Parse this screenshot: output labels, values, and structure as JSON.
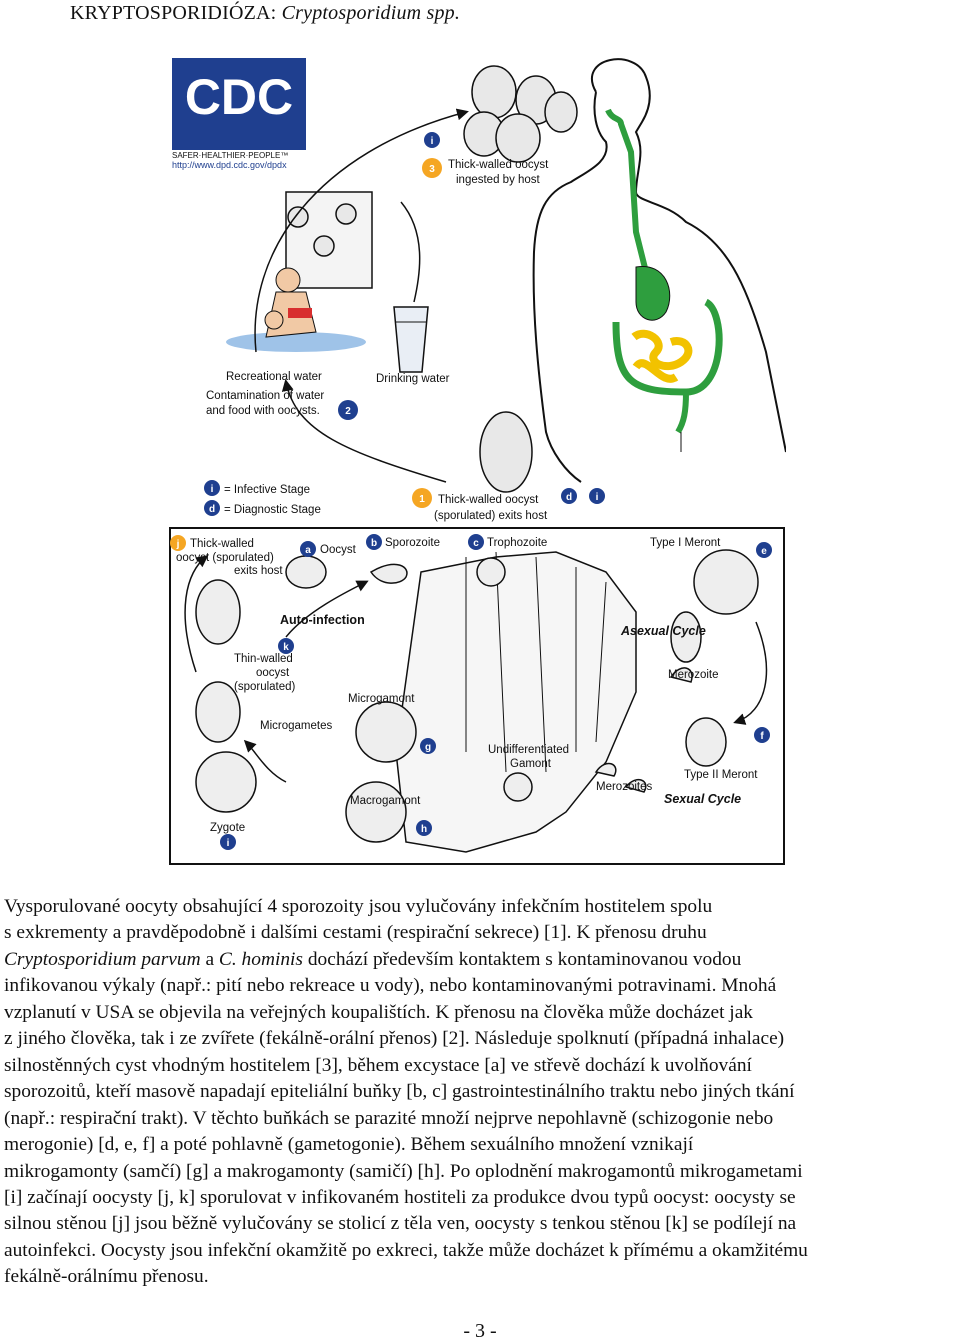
{
  "header": {
    "title_prefix": "KRYPTOSPORIDIÓZA: ",
    "title_species": "Cryptosporidium spp."
  },
  "figure": {
    "logo": {
      "text": "CDC",
      "tagline": "SAFER·HEALTHIER·PEOPLE™",
      "url": "http://www.dpd.cdc.gov/dpdx"
    },
    "labels": {
      "step3_line1": "Thick-walled oocyst",
      "step3_line2": "ingested by host",
      "recreational_water": "Recreational water",
      "drinking_water": "Drinking water",
      "contamination_line1": "Contamination of water",
      "contamination_line2": "and food with oocysts.",
      "legend_infective": "= Infective Stage",
      "legend_diagnostic": "= Diagnostic Stage",
      "step1_line1": "Thick-walled oocyst",
      "step1_line2": "(sporulated) exits host",
      "j_line1": "Thick-walled",
      "j_line2": "oocyst (sporulated)",
      "j_line3": "exits host",
      "oocyst": "Oocyst",
      "sporozoite": "Sporozoite",
      "trophozoite": "Trophozoite",
      "type1_meront": "Type I Meront",
      "auto_infection": "Auto-infection",
      "asexual_cycle": "Asexual Cycle",
      "merozoite": "Merozoite",
      "thin_line1": "Thin-walled",
      "thin_line2": "oocyst",
      "thin_line3": "(sporulated)",
      "microgamont": "Microgamont",
      "microgametes": "Microgametes",
      "undiff_line1": "Undifferentiated",
      "undiff_line2": "Gamont",
      "type2_meront": "Type II Meront",
      "merozoites": "Merozoites",
      "macrogamont": "Macrogamont",
      "sexual_cycle": "Sexual Cycle",
      "zygote": "Zygote"
    },
    "badges": {
      "step1": "1",
      "step2": "2",
      "step3": "3",
      "i": "i",
      "d": "d",
      "a": "a",
      "b": "b",
      "c": "c",
      "e": "e",
      "f": "f",
      "g": "g",
      "h": "h",
      "j": "j",
      "k": "k"
    },
    "colors": {
      "blue": "#1f3f8f",
      "orange": "#f5a623",
      "esophagus": "#2e9e3e",
      "intestine": "#f2c200",
      "colon": "#2e9e3e"
    }
  },
  "body_text": {
    "l1": "Vysporulované oocyty obsahující 4 sporozoity jsou vylučovány infekčním hostitelem spolu",
    "l2": "s exkrementy a pravděpodobně i dalšími cestami (respirační sekrece) [1]. K přenosu druhu",
    "l3_species1": "Cryptosporidium parvum",
    "l3_a": " a ",
    "l3_species2": "C. hominis",
    "l3_rest": " dochází především kontaktem s kontaminovanou vodou",
    "l4": "infikovanou výkaly (např.: pití nebo rekreace u vody), nebo kontaminovanými potravinami. Mnohá",
    "l5": "vzplanutí v USA se objevila na veřejných koupalištích. K přenosu na člověka může docházet jak",
    "l6": "z jiného člověka, tak i ze zvířete (fekálně-orální přenos) [2]. Následuje spolknutí (případná inhalace)",
    "l7": "silnostěnných cyst vhodným hostitelem [3], během excystace [a] ve střevě dochází k uvolňování",
    "l8": "sporozoitů, kteří masově napadají epiteliální buňky [b, c] gastrointestinálního traktu nebo jiných tkání",
    "l9": "(např.: respirační trakt). V těchto buňkách se parazité množí nejprve nepohlavně (schizogonie nebo",
    "l10": "merogonie) [d, e, f] a poté pohlavně (gametogonie). Během sexuálního množení vznikají",
    "l11": "mikrogamonty (samčí) [g] a makrogamonty (samičí) [h]. Po oplodnění makrogamontů mikrogametami",
    "l12": "[i] začínají oocysty [j, k] sporulovat v infikovaném hostiteli za produkce dvou typů oocyst: oocysty se",
    "l13": "silnou stěnou [j] jsou běžně vylučovány se stolicí z těla ven, oocysty s tenkou stěnou [k] se podílejí na",
    "l14": "autoinfekci. Oocysty jsou infekční okamžitě po exkreci, takže může docházet k přímému a okamžitému",
    "l15": "fekálně-orálnímu přenosu."
  },
  "footer": {
    "page_number": "- 3 -"
  }
}
